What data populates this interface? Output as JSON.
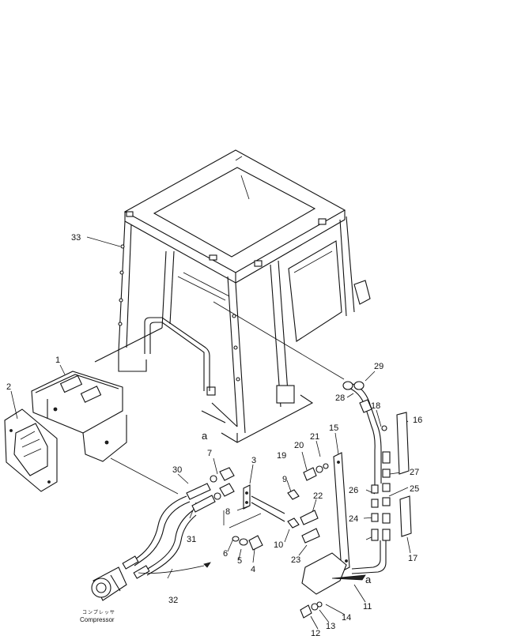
{
  "labels": {
    "p1": "1",
    "p2": "2",
    "p3": "3",
    "p4": "4",
    "p5": "5",
    "p6": "6",
    "p7": "7",
    "p8": "8",
    "p9": "9",
    "p10": "10",
    "p11": "11",
    "p12": "12",
    "p13": "13",
    "p14": "14",
    "p15": "15",
    "p16": "16",
    "p17": "17",
    "p18": "18",
    "p19": "19",
    "p20": "20",
    "p21": "21",
    "p22": "22",
    "p23": "23",
    "p24": "24",
    "p25": "25",
    "p26": "26",
    "p27": "27",
    "p28": "28",
    "p29": "29",
    "p30": "30",
    "p31": "31",
    "p32": "32",
    "p33": "33"
  },
  "refs": {
    "a_left": "a",
    "a_right": "a"
  },
  "caption": {
    "jp": "コンプレッサ",
    "en": "Compressor"
  }
}
